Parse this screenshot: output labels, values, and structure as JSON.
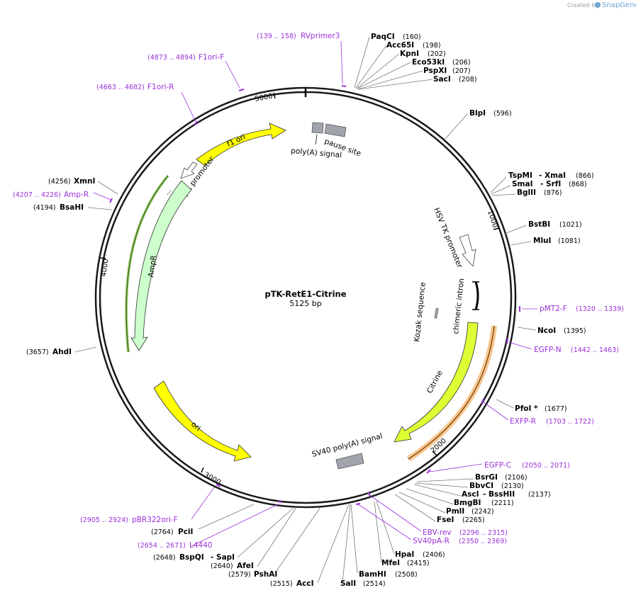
{
  "watermark": {
    "prefix": "Created by",
    "brand": "SnapGene"
  },
  "plasmid": {
    "name": "pTK-RetE1-Citrine",
    "length": "5125 bp"
  },
  "ticks": [
    "5000",
    "1000",
    "2000",
    "3000",
    "4000"
  ],
  "features": [
    {
      "label": "f1 ori"
    },
    {
      "label": "AmpR promoter"
    },
    {
      "label": "AmpR"
    },
    {
      "label": "ori"
    },
    {
      "label": "poly(A) signal"
    },
    {
      "label": "pause site"
    },
    {
      "label": "HSV TK promoter"
    },
    {
      "label": "chimeric intron"
    },
    {
      "label": "Kozak sequence"
    },
    {
      "label": "Citrine"
    },
    {
      "label": "SV40 poly(A) signal"
    }
  ],
  "sites": [
    {
      "name": "PaqCI",
      "pos": "(160)"
    },
    {
      "name": "Acc65I",
      "pos": "(198)"
    },
    {
      "name": "KpnI",
      "pos": "(202)"
    },
    {
      "name": "Eco53kI",
      "pos": "(206)"
    },
    {
      "name": "PspXI",
      "pos": "(207)"
    },
    {
      "name": "SacI",
      "pos": "(208)"
    },
    {
      "name": "BlpI",
      "pos": "(596)"
    },
    {
      "name": "TspMI",
      "pos": ""
    },
    {
      "name": "- XmaI",
      "pos": "(866)"
    },
    {
      "name": "SmaI",
      "pos": ""
    },
    {
      "name": "- SrfI",
      "pos": "(868)"
    },
    {
      "name": "BglII",
      "pos": "(876)"
    },
    {
      "name": "BstBI",
      "pos": "(1021)"
    },
    {
      "name": "MluI",
      "pos": "(1081)"
    },
    {
      "name": "NcoI",
      "pos": "(1395)"
    },
    {
      "name": "PfoI *",
      "pos": "(1677)"
    },
    {
      "name": "BsrGI",
      "pos": "(2106)"
    },
    {
      "name": "BbvCI",
      "pos": "(2130)"
    },
    {
      "name": "AscI",
      "pos": ""
    },
    {
      "name": "- BssHII",
      "pos": "(2137)"
    },
    {
      "name": "BmgBI",
      "pos": "(2211)"
    },
    {
      "name": "PmlI",
      "pos": "(2242)"
    },
    {
      "name": "FseI",
      "pos": "(2265)"
    },
    {
      "name": "HpaI",
      "pos": "(2406)"
    },
    {
      "name": "MfeI",
      "pos": "(2415)"
    },
    {
      "name": "BamHI",
      "pos": "(2508)"
    },
    {
      "name": "SalI",
      "pos": "(2514)"
    },
    {
      "name": "AccI",
      "pos": "(2515)"
    },
    {
      "name": "PshAI",
      "pos": "(2579)"
    },
    {
      "name": "AfeI",
      "pos": "(2640)"
    },
    {
      "name": "BspQI",
      "pos": "(2648)"
    },
    {
      "name": "- SapI",
      "pos": ""
    },
    {
      "name": "PciI",
      "pos": "(2764)"
    },
    {
      "name": "AhdI",
      "pos": "(3657)"
    },
    {
      "name": "BsaHI",
      "pos": "(4194)"
    },
    {
      "name": "XmnI",
      "pos": "(4256)"
    }
  ],
  "primers": [
    {
      "name": "RVprimer3",
      "pos": "(139 .. 158)"
    },
    {
      "name": "F1ori-F",
      "pos": "(4873 .. 4894)"
    },
    {
      "name": "F1ori-R",
      "pos": "(4663 .. 4682)"
    },
    {
      "name": "Amp-R",
      "pos": "(4207 .. 4226)"
    },
    {
      "name": "pMT2-F",
      "pos": "(1320 .. 1339)"
    },
    {
      "name": "EGFP-N",
      "pos": "(1442 .. 1463)"
    },
    {
      "name": "EXFP-R",
      "pos": "(1703 .. 1722)"
    },
    {
      "name": "EGFP-C",
      "pos": "(2050 .. 2071)"
    },
    {
      "name": "EBV-rev",
      "pos": "(2296 .. 2315)"
    },
    {
      "name": "SV40pA-R",
      "pos": "(2350 .. 2369)"
    },
    {
      "name": "L4440",
      "pos": "(2654 .. 2671)"
    },
    {
      "name": "pBR322ori-F",
      "pos": "(2905 .. 2924)"
    }
  ],
  "colors": {
    "backbone": "#1a1a1a",
    "ori": "#ffff00",
    "ampr": "#ccffcc",
    "citrine": "#ddff33",
    "terminator": "#a0a4ab",
    "primer": "#9b30d9",
    "highlight_green": "#7fbf3f",
    "highlight_orange": "#f5b36a"
  }
}
